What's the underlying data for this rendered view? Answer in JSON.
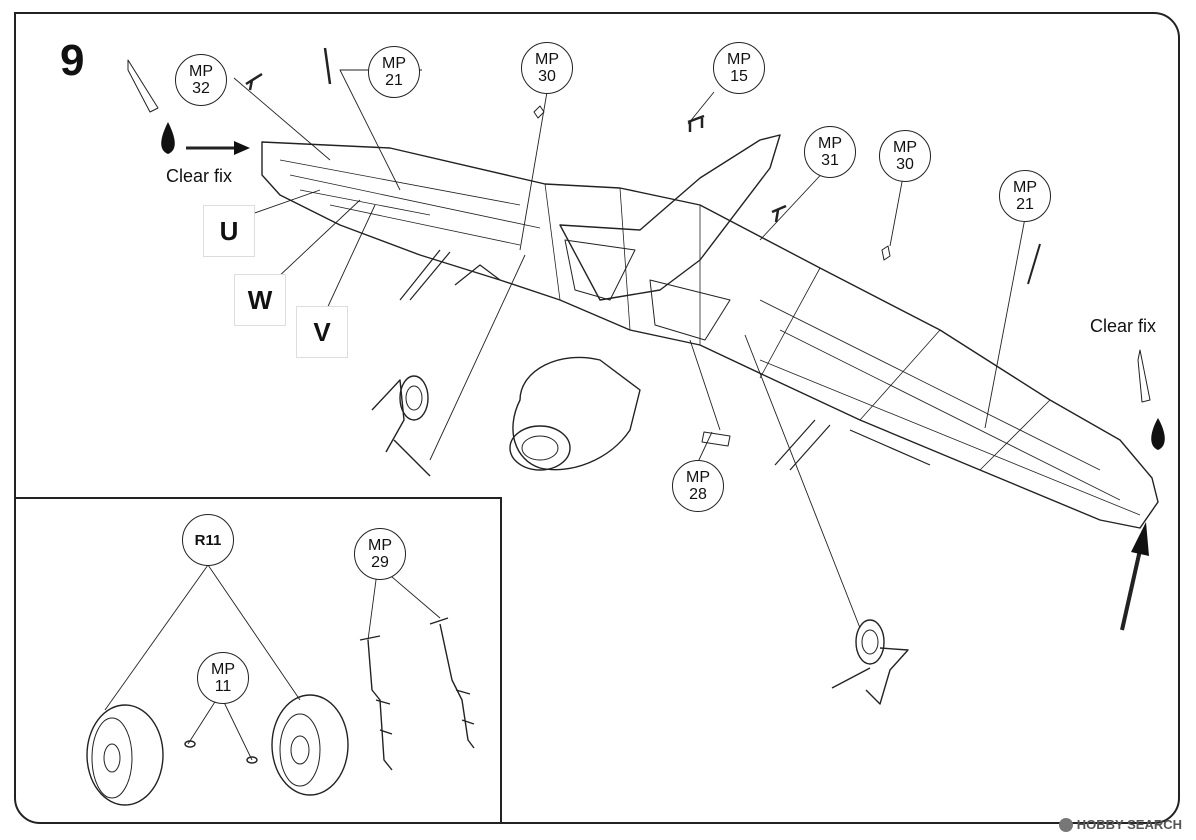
{
  "step_number": "9",
  "callouts": {
    "mp32": {
      "code": "MP",
      "num": "32"
    },
    "mp21_left": {
      "code": "MP",
      "num": "21"
    },
    "mp30_top": {
      "code": "MP",
      "num": "30"
    },
    "mp15": {
      "code": "MP",
      "num": "15"
    },
    "mp31": {
      "code": "MP",
      "num": "31"
    },
    "mp30_right": {
      "code": "MP",
      "num": "30"
    },
    "mp21_right": {
      "code": "MP",
      "num": "21"
    },
    "mp28": {
      "code": "MP",
      "num": "28"
    },
    "r11": {
      "label": "R11"
    },
    "mp29": {
      "code": "MP",
      "num": "29"
    },
    "mp11": {
      "code": "MP",
      "num": "11"
    }
  },
  "paint_letters": {
    "u": "U",
    "w": "W",
    "v": "V"
  },
  "notes": {
    "clear_fix_left": "Clear fix",
    "clear_fix_right": "Clear fix"
  },
  "watermark": {
    "text": "HOBBY SEARCH"
  }
}
